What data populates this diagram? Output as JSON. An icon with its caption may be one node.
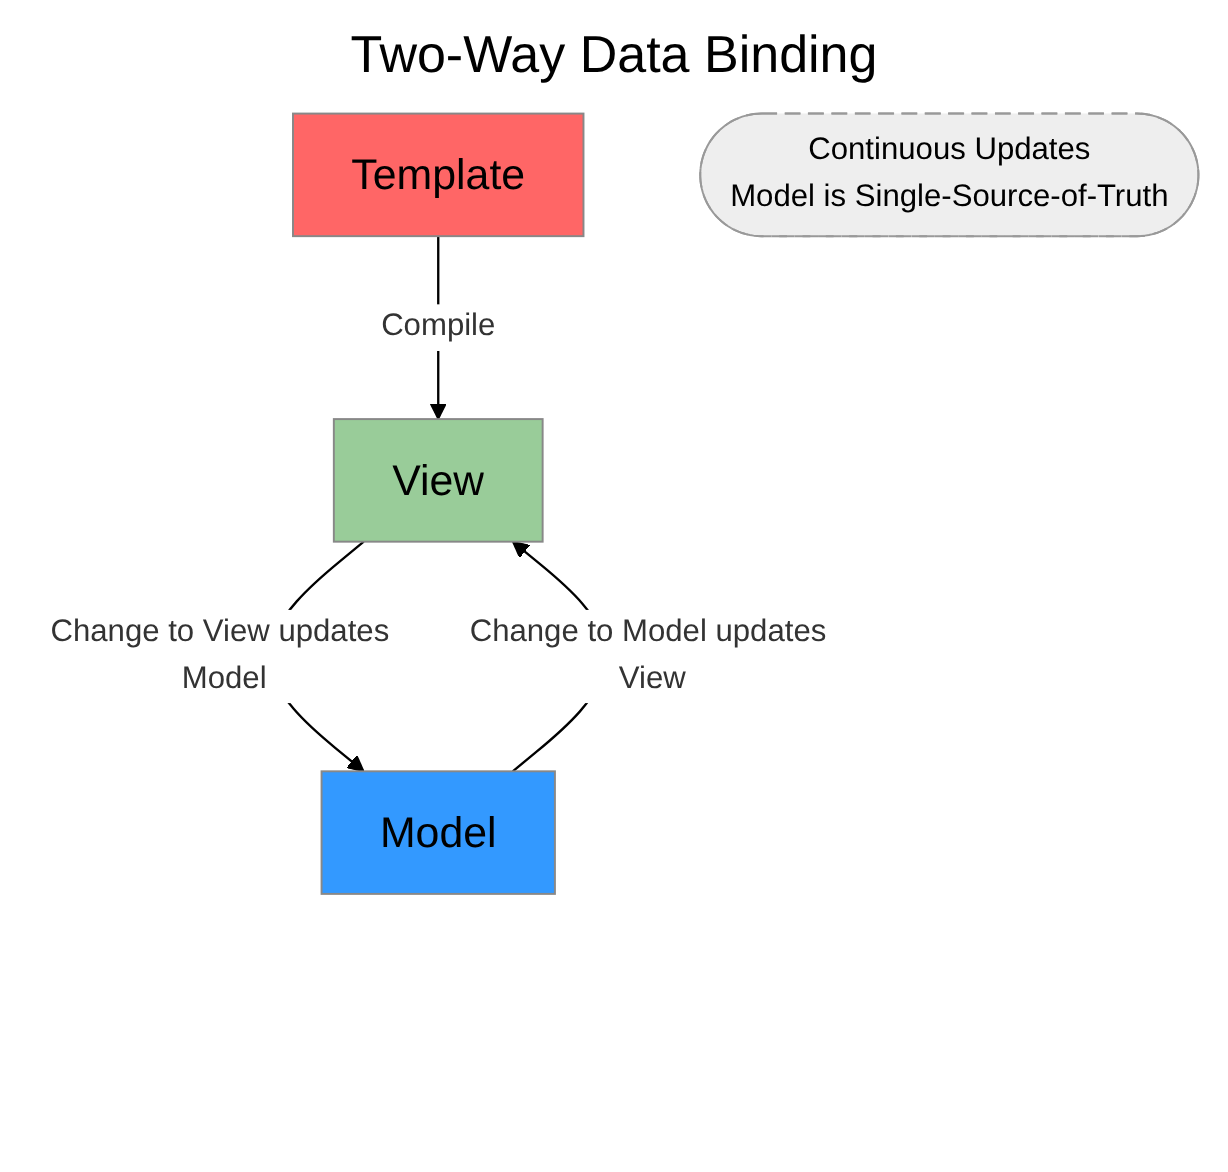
{
  "diagram": {
    "title": "Two-Way Data Binding",
    "nodes": [
      {
        "text": [
          "Template"
        ]
      },
      {
        "text": [
          "View"
        ]
      },
      {
        "text": [
          "Continuous Updates",
          "Model is Single-Source-of-Truth"
        ]
      },
      {
        "text": [
          "Model"
        ]
      }
    ],
    "edges": [
      {
        "from": 0,
        "to": 1,
        "arrow": "to",
        "label": "Compile"
      },
      {
        "from": 1,
        "to": 3,
        "arrow": "to",
        "label": "Change to View updates Model"
      },
      {
        "from": 3,
        "to": 1,
        "arrow": "to",
        "label": "Change to Model updates View"
      }
    ]
  }
}
